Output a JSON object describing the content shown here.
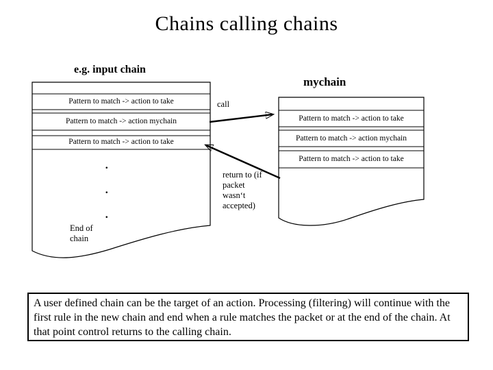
{
  "title": "Chains calling chains",
  "labels": {
    "input_chain": "e.g. input chain",
    "mychain": "mychain",
    "call": "call",
    "end_of_chain_lines": [
      "End of",
      "chain"
    ],
    "return_to_lines": [
      "return to (if",
      "packet",
      "wasn‘t",
      "accepted)"
    ]
  },
  "input_chain_box": {
    "rows": [
      "Pattern to match -> action to take",
      "Pattern to match -> action mychain",
      "Pattern to match -> action to take"
    ],
    "ellipsis": [
      ".",
      ".",
      "."
    ]
  },
  "mychain_box": {
    "rows": [
      "Pattern to match -> action to take",
      "Pattern to match -> action mychain",
      "Pattern to match -> action to take"
    ]
  },
  "footer": {
    "text": "A user defined chain can be the target of an action. Processing (filtering) will continue with the first rule in the new chain and end when a rule matches the packet or at the end of the chain. At that point control returns to the calling chain."
  },
  "colors": {
    "background": "#ffffff",
    "ink": "#000000"
  }
}
